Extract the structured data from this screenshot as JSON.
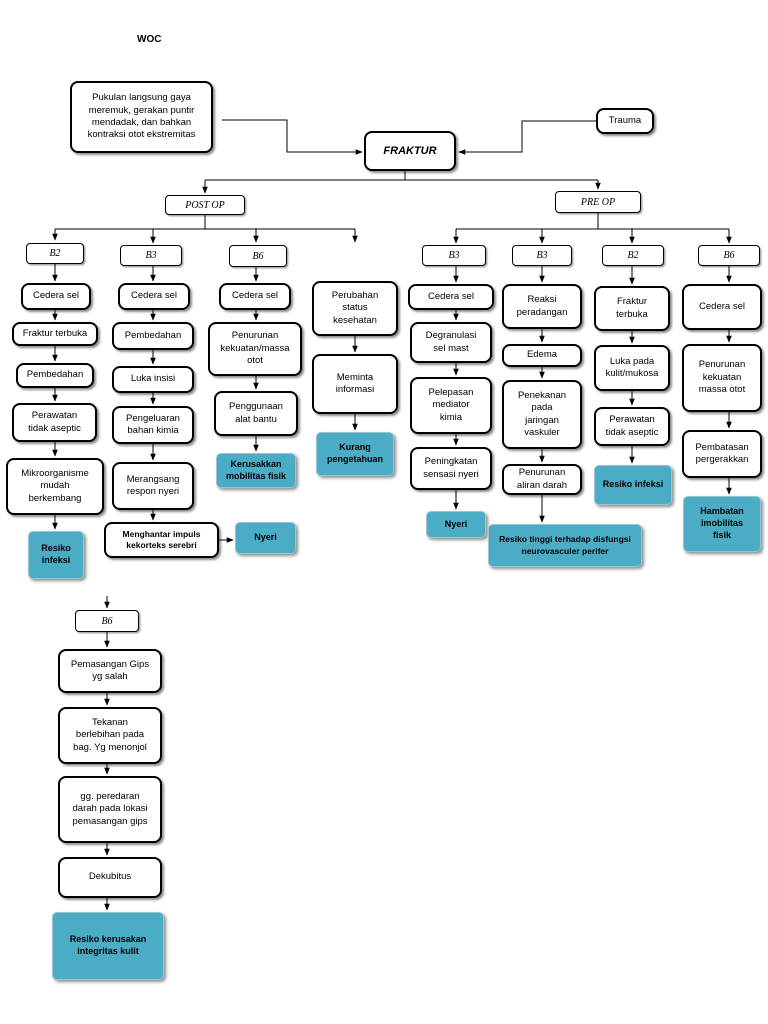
{
  "title": "WOC",
  "nodes": {
    "cause": "Pukulan langsung gaya\nmeremuk, gerakan puntir\nmendadak, dan bahkan\nkontraksi otot ekstremitas",
    "trauma": "Trauma",
    "fraktur": "FRAKTUR",
    "post_op": "POST OP",
    "pre_op": "PRE OP",
    "p_b2": "B2",
    "p_b3": "B3",
    "p_b6": "B6",
    "r_b3a": "B3",
    "r_b3b": "B3",
    "r_b2": "B2",
    "r_b6": "B6",
    "c1_1": "Cedera sel",
    "c1_2": "Fraktur terbuka",
    "c1_3": "Pembedahan",
    "c1_4": "Perawatan\ntidak aseptic",
    "c1_5": "Mikroorganisme\nmudah\nberkembang",
    "c1_dx": "Resiko\ninfeksi",
    "c2_1": "Cedera sel",
    "c2_2": "Pembedahan",
    "c2_3": "Luka insisi",
    "c2_4": "Pengeluaran\nbahan kimia",
    "c2_5": "Merangsang\nrespon nyeri",
    "c2_6": "Menghantar impuls\nkekorteks serebri",
    "c2_dx": "Nyeri",
    "c3_1": "Cedera sel",
    "c3_2": "Penurunan\nkekuatan/massa\notot",
    "c3_3": "Penggunaan\nalat bantu",
    "c3_dx": "Kerusakkan\nmobilitas fisik",
    "c4_1": "Perubahan\nstatus\nkesehatan",
    "c4_2": "Meminta\ninformasi",
    "c4_dx": "Kurang\npengetahuan",
    "d1_1": "Cedera sel",
    "d1_2": "Degranulasi\nsel mast",
    "d1_3": "Pelepasan\nmediator\nkimia",
    "d1_4": "Peningkatan\nsensasi nyeri",
    "d1_dx": "Nyeri",
    "d2_1": "Reaksi\nperadangan",
    "d2_2": "Edema",
    "d2_3": "Penekanan\npada\njaringan\nvaskuler",
    "d2_4": "Penurunan\naliran darah",
    "d2_dx": "Resiko tinggi terhadap disfungsi\nneurovasculer perifer",
    "d3_1": "Fraktur\nterbuka",
    "d3_2": "Luka pada\nkulit/mukosa",
    "d3_3": "Perawatan\ntidak aseptic",
    "d3_dx": "Resiko infeksi",
    "d4_1": "Cedera sel",
    "d4_2": "Penurunan\nkekuatan\nmassa otot",
    "d4_3": "Pembatasan\npergerakkan",
    "d4_dx": "Hambatan\nimobilitas\nfisik",
    "b_b6": "B6",
    "b_1": "Pemasangan Gips\nyg salah",
    "b_2": "Tekanan\nberlebihan pada\nbag. Yg menonjol",
    "b_3": "gg. peredaran\ndarah pada lokasi\npemasangan gips",
    "b_4": "Dekubitus",
    "b_dx": "Resiko kerusakan\nintegritas kulit"
  }
}
